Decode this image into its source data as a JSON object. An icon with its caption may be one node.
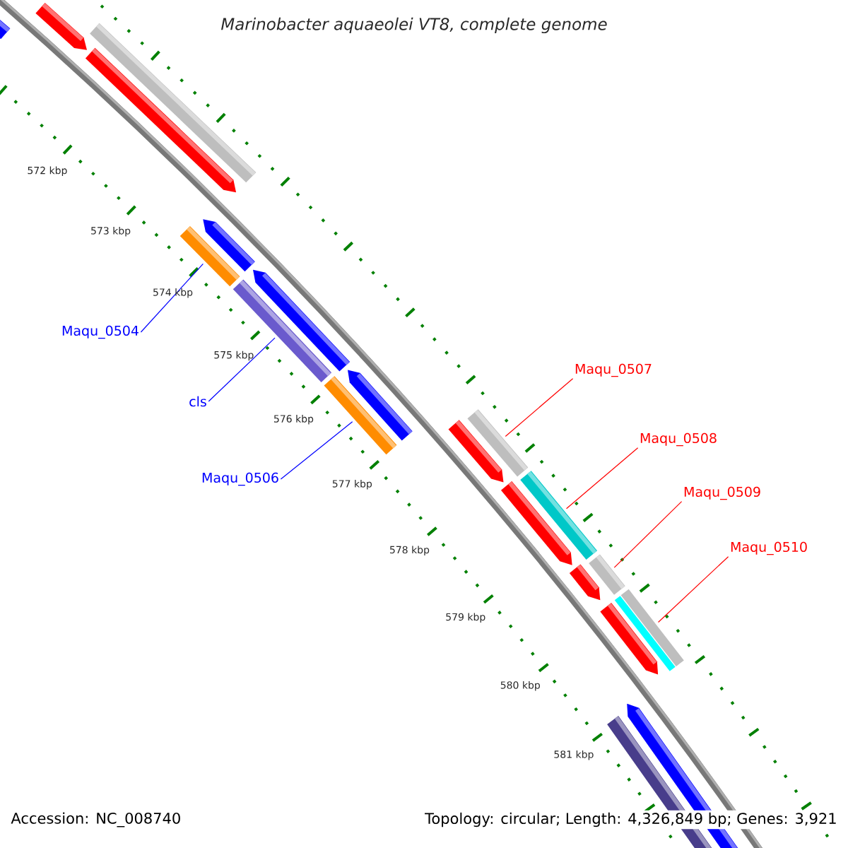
{
  "diagram": {
    "title": "Marinobacter aquaeolei VT8, complete genome",
    "nodes": [
      {
        "text": [
          "Maqu_0504"
        ]
      },
      {
        "text": [
          "cls"
        ]
      },
      {
        "text": [
          "Maqu_0506"
        ]
      },
      {
        "text": [
          "Maqu_0507"
        ]
      },
      {
        "text": [
          "Maqu_0508"
        ]
      },
      {
        "text": [
          "Maqu_0509"
        ]
      },
      {
        "text": [
          "Maqu_0510"
        ]
      },
      {
        "text": [],
        "shape": "bar"
      },
      {
        "text": [],
        "shape": "bar"
      },
      {
        "text": [],
        "shape": "bar"
      },
      {
        "text": [],
        "shape": "bar"
      },
      {
        "text": [],
        "shape": "bar"
      },
      {
        "text": [],
        "shape": "bar"
      },
      {
        "text": [],
        "shape": "bar"
      }
    ],
    "edges": [
      {
        "from": 0,
        "to": 7,
        "arrow": "none",
        "color": "#0000ff"
      },
      {
        "from": 1,
        "to": 8,
        "arrow": "none",
        "color": "#0000ff"
      },
      {
        "from": 2,
        "to": 9,
        "arrow": "none",
        "color": "#0000ff"
      },
      {
        "from": 3,
        "to": 10,
        "arrow": "none",
        "color": "#ff0000"
      },
      {
        "from": 4,
        "to": 11,
        "arrow": "none",
        "color": "#ff0000"
      },
      {
        "from": 5,
        "to": 12,
        "arrow": "none",
        "color": "#ff0000"
      },
      {
        "from": 6,
        "to": 13,
        "arrow": "none",
        "color": "#ff0000"
      }
    ],
    "labels": [
      "572 kbp",
      "573 kbp",
      "574 kbp",
      "575 kbp",
      "576 kbp",
      "577 kbp",
      "578 kbp",
      "579 kbp",
      "580 kbp",
      "581 kbp",
      "Accession: NC_008740",
      "Topology: circular; Length: 4,326,849 bp; Genes: 3,921"
    ]
  }
}
